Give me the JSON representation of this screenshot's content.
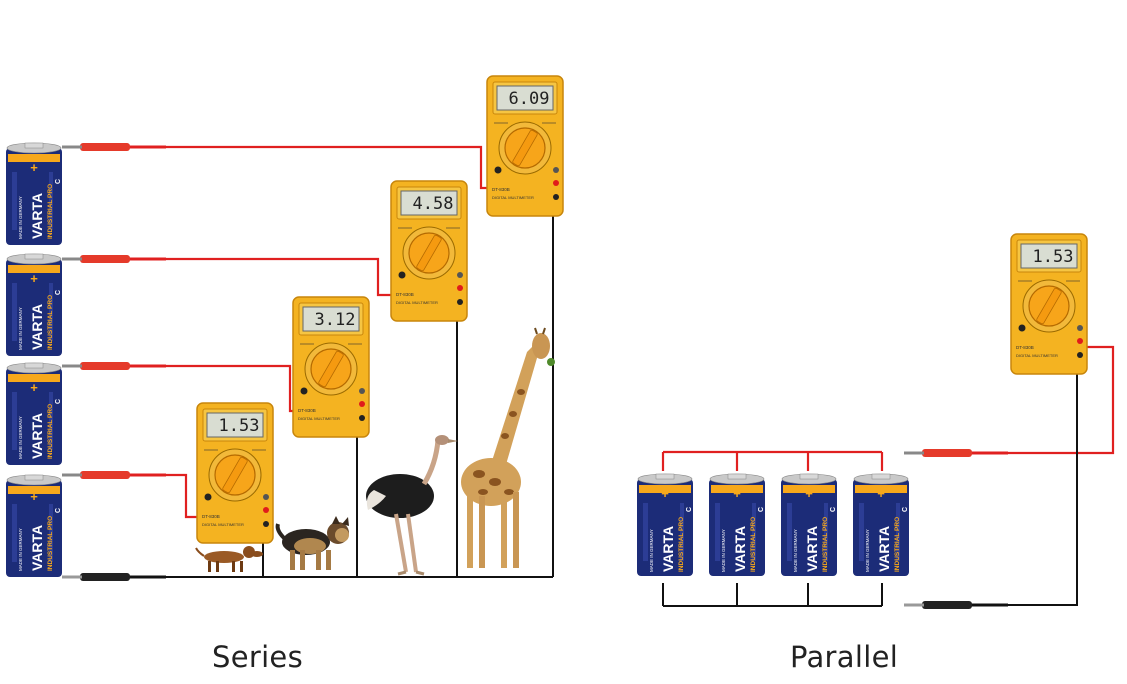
{
  "labels": {
    "series": "Series",
    "parallel": "Parallel"
  },
  "battery": {
    "brand": "VARTA",
    "line": "INDUSTRIAL PRO",
    "size": "C",
    "origin": "MADE IN GERMANY",
    "plus": "+"
  },
  "meter": {
    "model": "DT-830B",
    "subtitle": "DIGITAL MULTIMETER"
  },
  "series_readings": [
    "1.53",
    "3.12",
    "4.58",
    "6.09"
  ],
  "parallel_reading": "1.53",
  "colors": {
    "battery_body": "#1c2c78",
    "battery_stripe": "#f7a81b",
    "meter_body": "#f4b321",
    "wire_red": "#e02020",
    "wire_black": "#111111"
  }
}
